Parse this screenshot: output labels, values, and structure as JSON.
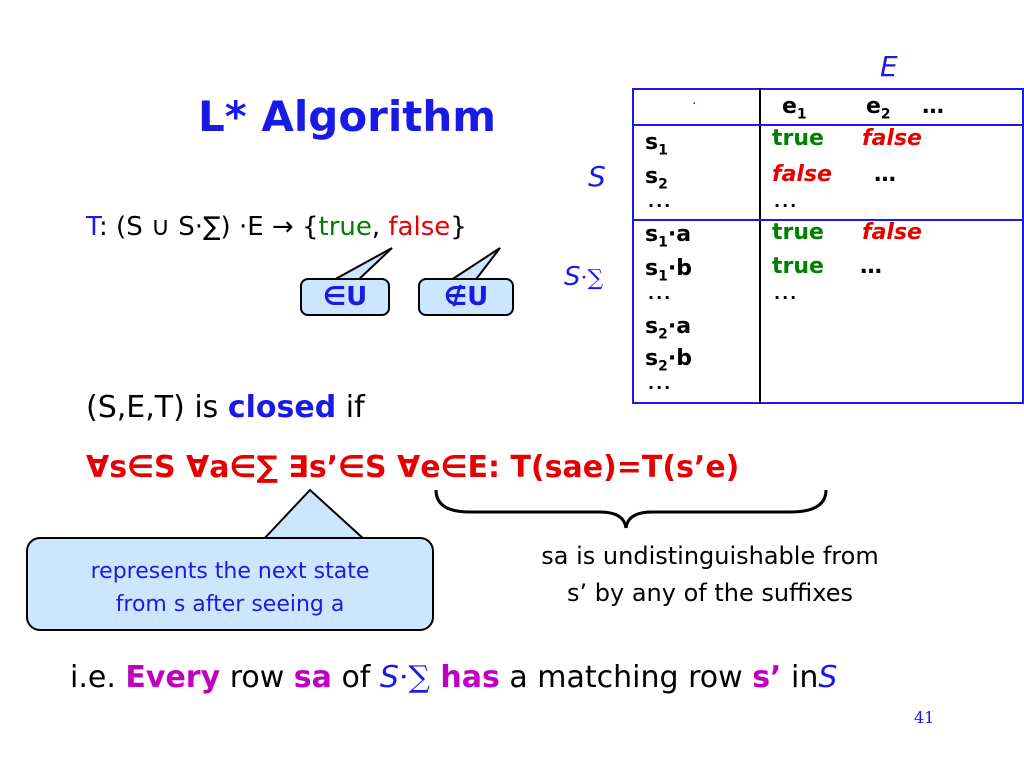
{
  "title": "L* Algorithm",
  "table": {
    "e_label": "E",
    "s_label": "S",
    "ss_label": "S",
    "sigma": "∑",
    "corner": "·",
    "header": {
      "e1": "e",
      "e1_sub": "1",
      "e2": "e",
      "e2_sub": "2",
      "ellipsis": "…"
    },
    "s_rows": [
      {
        "name": "s",
        "sub": "1",
        "v1": "true",
        "v2": "false"
      },
      {
        "name": "s",
        "sub": "2",
        "v1": "false",
        "v2": "…"
      },
      {
        "name": "···",
        "v1": "···"
      }
    ],
    "ss_rows": [
      {
        "name": "s",
        "sub": "1",
        "suffix": "·a",
        "v1": "true",
        "v2": "false"
      },
      {
        "name": "s",
        "sub": "1",
        "suffix": "·b",
        "v1": "true",
        "v2": "…"
      },
      {
        "name": "···",
        "v1": "···"
      },
      {
        "name": "s",
        "sub": "2",
        "suffix": "·a"
      },
      {
        "name": "s",
        "sub": "2",
        "suffix": "·b"
      },
      {
        "name": "···"
      }
    ]
  },
  "t_line": {
    "t": "T",
    "rest": ": (S ∪ S·∑) ·E → {",
    "true": "true",
    "comma": ", ",
    "false": "false",
    "close": "}"
  },
  "bubbles": {
    "in_u": "∈U",
    "not_in_u": "∉U"
  },
  "closed_line": {
    "prefix": "(S,E,T) is ",
    "closed": "closed",
    "suffix": " if"
  },
  "formula": "∀s∈S ∀a∈∑ ∃s’∈S ∀e∈E: T(sae)=T(s’e)",
  "callout": {
    "line1": "represents the next state",
    "line2": "from s after seeing a"
  },
  "undistinguishable": {
    "line1": "sa is undistinguishable from",
    "line2": "s’ by any of the suffixes"
  },
  "ie_line": {
    "ie": "i.e. ",
    "every": "Every",
    "row": " row ",
    "sa": "sa",
    "of": " of ",
    "s": "S",
    "sig": "·∑",
    "has": " has",
    "matching": " a matching row ",
    "s_prime": "s’",
    "in": " in",
    "s_end": "S"
  },
  "page_number": "41",
  "colors": {
    "blue": "#1a1ae6",
    "green": "#008000",
    "red": "#e60000",
    "magenta": "#c000c0",
    "bubble_fill": "#cde6ff"
  }
}
